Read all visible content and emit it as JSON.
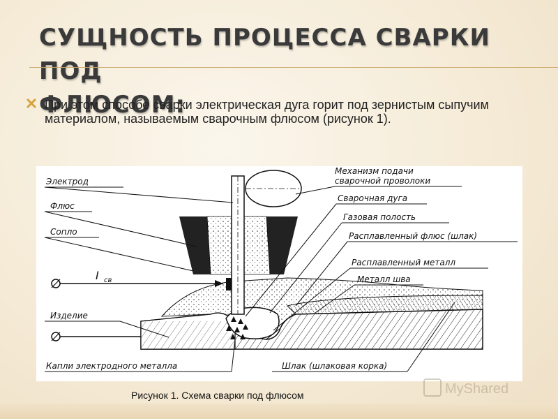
{
  "slide": {
    "title_line1": "СУЩНОСТЬ ПРОЦЕССА СВАРКИ ПОД",
    "title_line2": "ФЛЮСОМ:",
    "bullet": "При этом способе сварки электрическая дуга горит под зернистым сыпучим материалом, называемым сварочным флюсом (рисунок 1).",
    "caption": "Рисунок 1. Схема сварки под флюсом",
    "watermark_text": "MyShared"
  },
  "figure": {
    "labels": {
      "electrode": "Электрод",
      "flux": "Флюс",
      "nozzle": "Сопло",
      "current": "I",
      "current_sub": "св",
      "workpiece": "Изделие",
      "droplets": "Капли электродного металла",
      "feed_mechanism_1": "Механизм подачи",
      "feed_mechanism_2": "сварочной проволоки",
      "arc": "Сварочная дуга",
      "gas_cavity": "Газовая полость",
      "molten_flux": "Расплавленный флюс (шлак)",
      "molten_metal": "Расплавленный металл",
      "weld_metal": "Металл шва",
      "slag": "Шлак (шлаковая корка)"
    }
  },
  "colors": {
    "background": "#f7efdf",
    "accent_rule": "#c9a86a",
    "bullet_icon": "#d7a23a"
  }
}
